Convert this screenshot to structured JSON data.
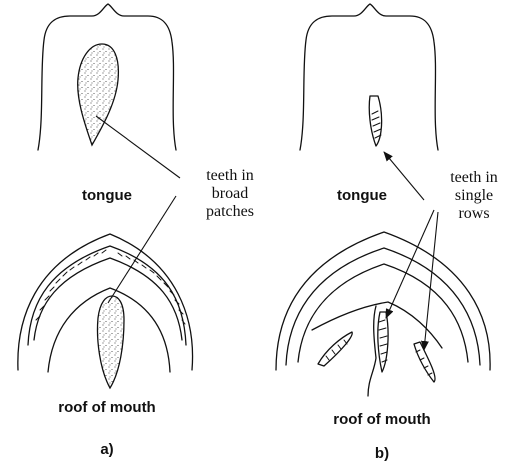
{
  "panel_a": {
    "tongue_label": "tongue",
    "callout_line1": "teeth in",
    "callout_line2": "broad",
    "callout_line3": "patches",
    "roof_label": "roof of mouth",
    "panel_letter": "a)"
  },
  "panel_b": {
    "tongue_label": "tongue",
    "callout_line1": "teeth in",
    "callout_line2": "single",
    "callout_line3": "rows",
    "roof_label": "roof of mouth",
    "panel_letter": "b)"
  }
}
